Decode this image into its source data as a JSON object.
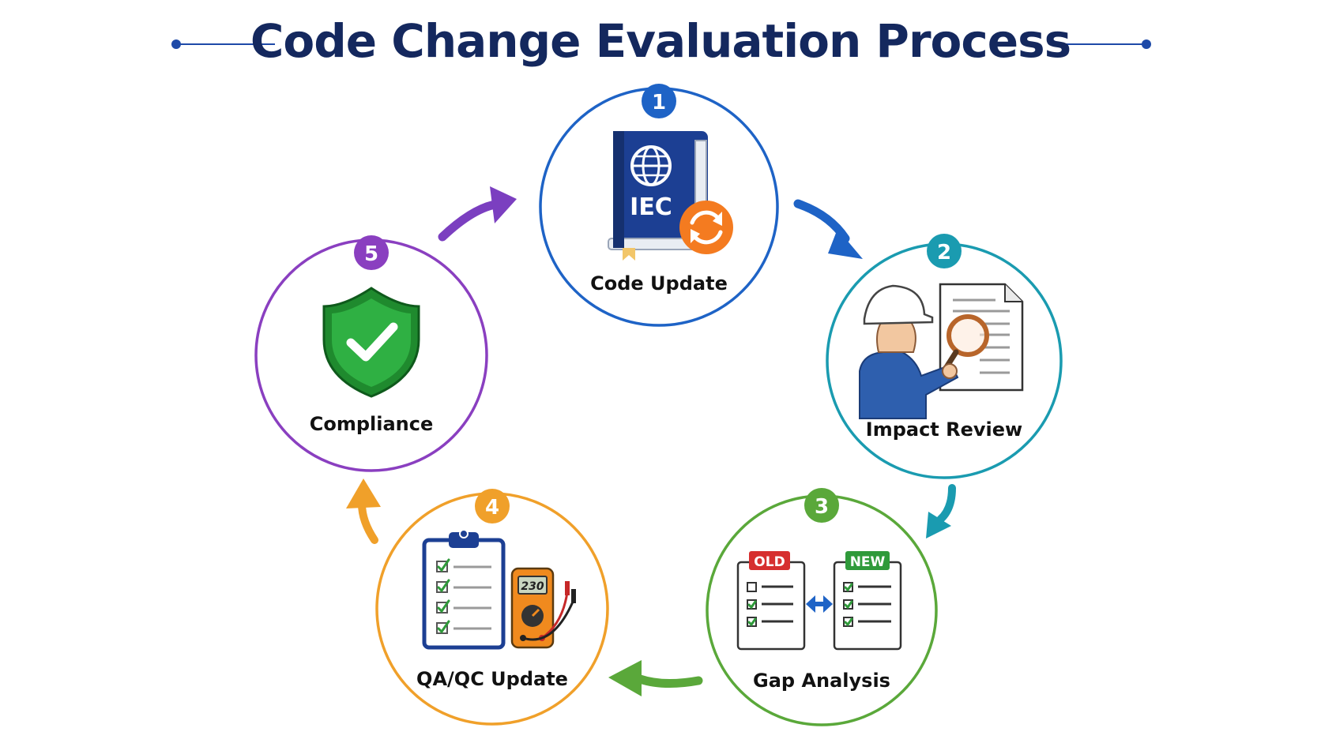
{
  "title": "Code Change Evaluation Process",
  "colors": {
    "title": "#14285e",
    "title_rule": "#1e4aa8",
    "step1": "#1e63c6",
    "step2": "#1a9bb0",
    "step3": "#5aa83a",
    "step4": "#f0a02a",
    "step5": "#8a3fc0",
    "arrow_5_to_1": "#7b3fc0",
    "arrow_1_to_2": "#1e63c6",
    "arrow_2_to_3": "#1a9bb0",
    "arrow_3_to_4": "#5aa83a",
    "arrow_4_to_5": "#f0a02a"
  },
  "steps": [
    {
      "number": "1",
      "label": "Code Update",
      "icon": "code-book-icon",
      "icon_text": "IEC"
    },
    {
      "number": "2",
      "label": "Impact Review",
      "icon": "engineer-reviewing-document-icon"
    },
    {
      "number": "3",
      "label": "Gap Analysis",
      "icon": "document-comparison-icon",
      "old_tag": "OLD",
      "new_tag": "NEW"
    },
    {
      "number": "4",
      "label": "QA/QC Update",
      "icon": "checklist-and-multimeter-icon",
      "meter_reading": "230"
    },
    {
      "number": "5",
      "label": "Compliance",
      "icon": "shield-check-icon"
    }
  ]
}
